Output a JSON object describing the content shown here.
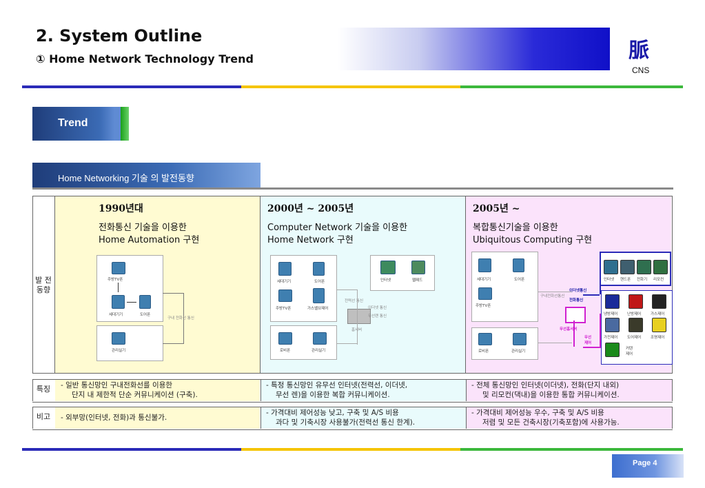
{
  "header": {
    "title": "2. System Outline",
    "subtitle": "① Home Network Technology Trend",
    "logo_char": "脈",
    "logo_text": "CNS"
  },
  "tab": {
    "label": "Trend"
  },
  "section": {
    "label": "Home Networking 기술 의 발전동향"
  },
  "row_labels": {
    "development": "발 전\n동향",
    "features": "특징",
    "remarks": "비고"
  },
  "columns": [
    {
      "era": "1990년대",
      "desc1": "전화통신 기술을 이용한",
      "desc2": "Home Automation 구현",
      "bg": "#fffbd2"
    },
    {
      "era": "2000년 ~ 2005년",
      "desc1": "Computer Network 기술을 이용한",
      "desc2": "Home Network 구현",
      "bg": "#e9fbfc"
    },
    {
      "era": "2005년 ~",
      "desc1": "복합통신기술을 이용한",
      "desc2": "Ubiquitous Computing 구현",
      "bg": "#fbe3fb"
    }
  ],
  "features": [
    {
      "line1": "- 일반 통신망인 구내전화선를 이용한",
      "line2": "단지 내 제한적 단순 커뮤니케이션 (구축)."
    },
    {
      "line1": "- 특정 통신망인 유무선 인터넷(전력선, 이더넷,",
      "line2": "무선 렌)을 이용한 복합 커뮤니케이션."
    },
    {
      "line1": "- 전체 통신망인 인터넷(이더넷), 전화(단지 내외)",
      "line2": "및 리모컨(댁내)을 이용한 통합 커뮤니케이션."
    }
  ],
  "remarks": [
    {
      "line1": "- 외부망(인터넷, 전화)과 통신불가.",
      "line2": ""
    },
    {
      "line1": "- 가격대비 제어성능 낮고, 구축 및 A/S 비용",
      "line2": "과다 및 기축시장 사용불가(전력선 통신 한계)."
    },
    {
      "line1": "- 가격대비 제어성능 우수, 구축 및 A/S 비용",
      "line2": "저렴 및 모든 건축시장(기축포함)에 사용가능."
    }
  ],
  "diagram": {
    "col1": {
      "main_tv": "주방TV폰",
      "wallpad": "세대기기",
      "door": "도어폰",
      "guard": "관리실기",
      "line": "구내 전화선 통신"
    },
    "col2": {
      "wallpad": "세대기기",
      "door": "도어폰",
      "main_tv": "주방TV폰",
      "gas": "가스밸브제어",
      "internet": "인터넷",
      "pda": "웹패드",
      "power": "전력선 통신",
      "ether": "이더넷 통신",
      "wireless": "무선랜 통신",
      "server": "홈서버",
      "lobby": "로비폰",
      "guard": "관리실기"
    },
    "col3": {
      "wallpad": "세대기기",
      "door": "도어폰",
      "main_tv": "주방TV폰",
      "line": "구내전화선통신",
      "ether": "이더넷통신",
      "phone": "전화통신",
      "server": "무선홈서버",
      "wireless": "무선",
      "wireless2": "제어",
      "lobby": "로비폰",
      "guard": "관리실기",
      "top_labels": [
        "인터넷",
        "핸드폰",
        "전화기",
        "리모컨"
      ],
      "grid_labels": [
        "냉방제어",
        "난방제어",
        "가스제어",
        "가전제어",
        "도어제어",
        "조명제어",
        "커텐",
        "제어"
      ]
    }
  },
  "footer": {
    "page": "Page 4"
  },
  "colors": {
    "blue": "#2b2bb8",
    "yellow": "#f5c400",
    "green": "#3cb83c"
  }
}
